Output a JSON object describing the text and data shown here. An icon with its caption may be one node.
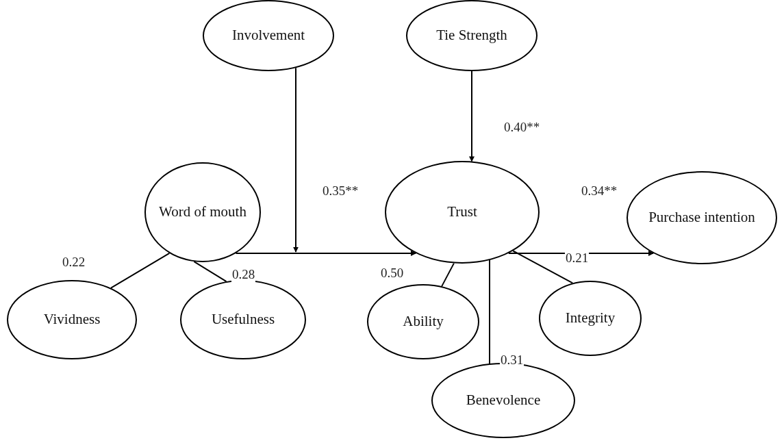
{
  "diagram": {
    "nodes": [
      {
        "text": [
          "Involvement"
        ]
      },
      {
        "text": [
          "Tie Strength"
        ]
      },
      {
        "text": [
          "Word of mouth"
        ]
      },
      {
        "text": [
          "Trust"
        ]
      },
      {
        "text": [
          "Purchase intention"
        ]
      },
      {
        "text": [
          "Vividness"
        ]
      },
      {
        "text": [
          "Usefulness"
        ]
      },
      {
        "text": [
          "Ability"
        ]
      },
      {
        "text": [
          "Integrity"
        ]
      },
      {
        "text": [
          "Benevolence"
        ]
      }
    ],
    "edges": [
      {
        "from": 0,
        "to": null,
        "arrow": "to"
      },
      {
        "from": 2,
        "to": 3,
        "arrow": "to",
        "label": "0.35**"
      },
      {
        "from": 1,
        "to": 3,
        "arrow": "to",
        "label": "0.40**"
      },
      {
        "from": 3,
        "to": 4,
        "arrow": "to",
        "label": "0.34**"
      },
      {
        "from": 2,
        "to": 5,
        "arrow": "none",
        "label": "0.22"
      },
      {
        "from": 2,
        "to": 6,
        "arrow": "none",
        "label": "0.28"
      },
      {
        "from": 3,
        "to": 7,
        "arrow": "none",
        "label": "0.50"
      },
      {
        "from": 3,
        "to": 9,
        "arrow": "none",
        "label": "0.31"
      },
      {
        "from": 3,
        "to": 8,
        "arrow": "none",
        "label": "0.21"
      }
    ]
  }
}
